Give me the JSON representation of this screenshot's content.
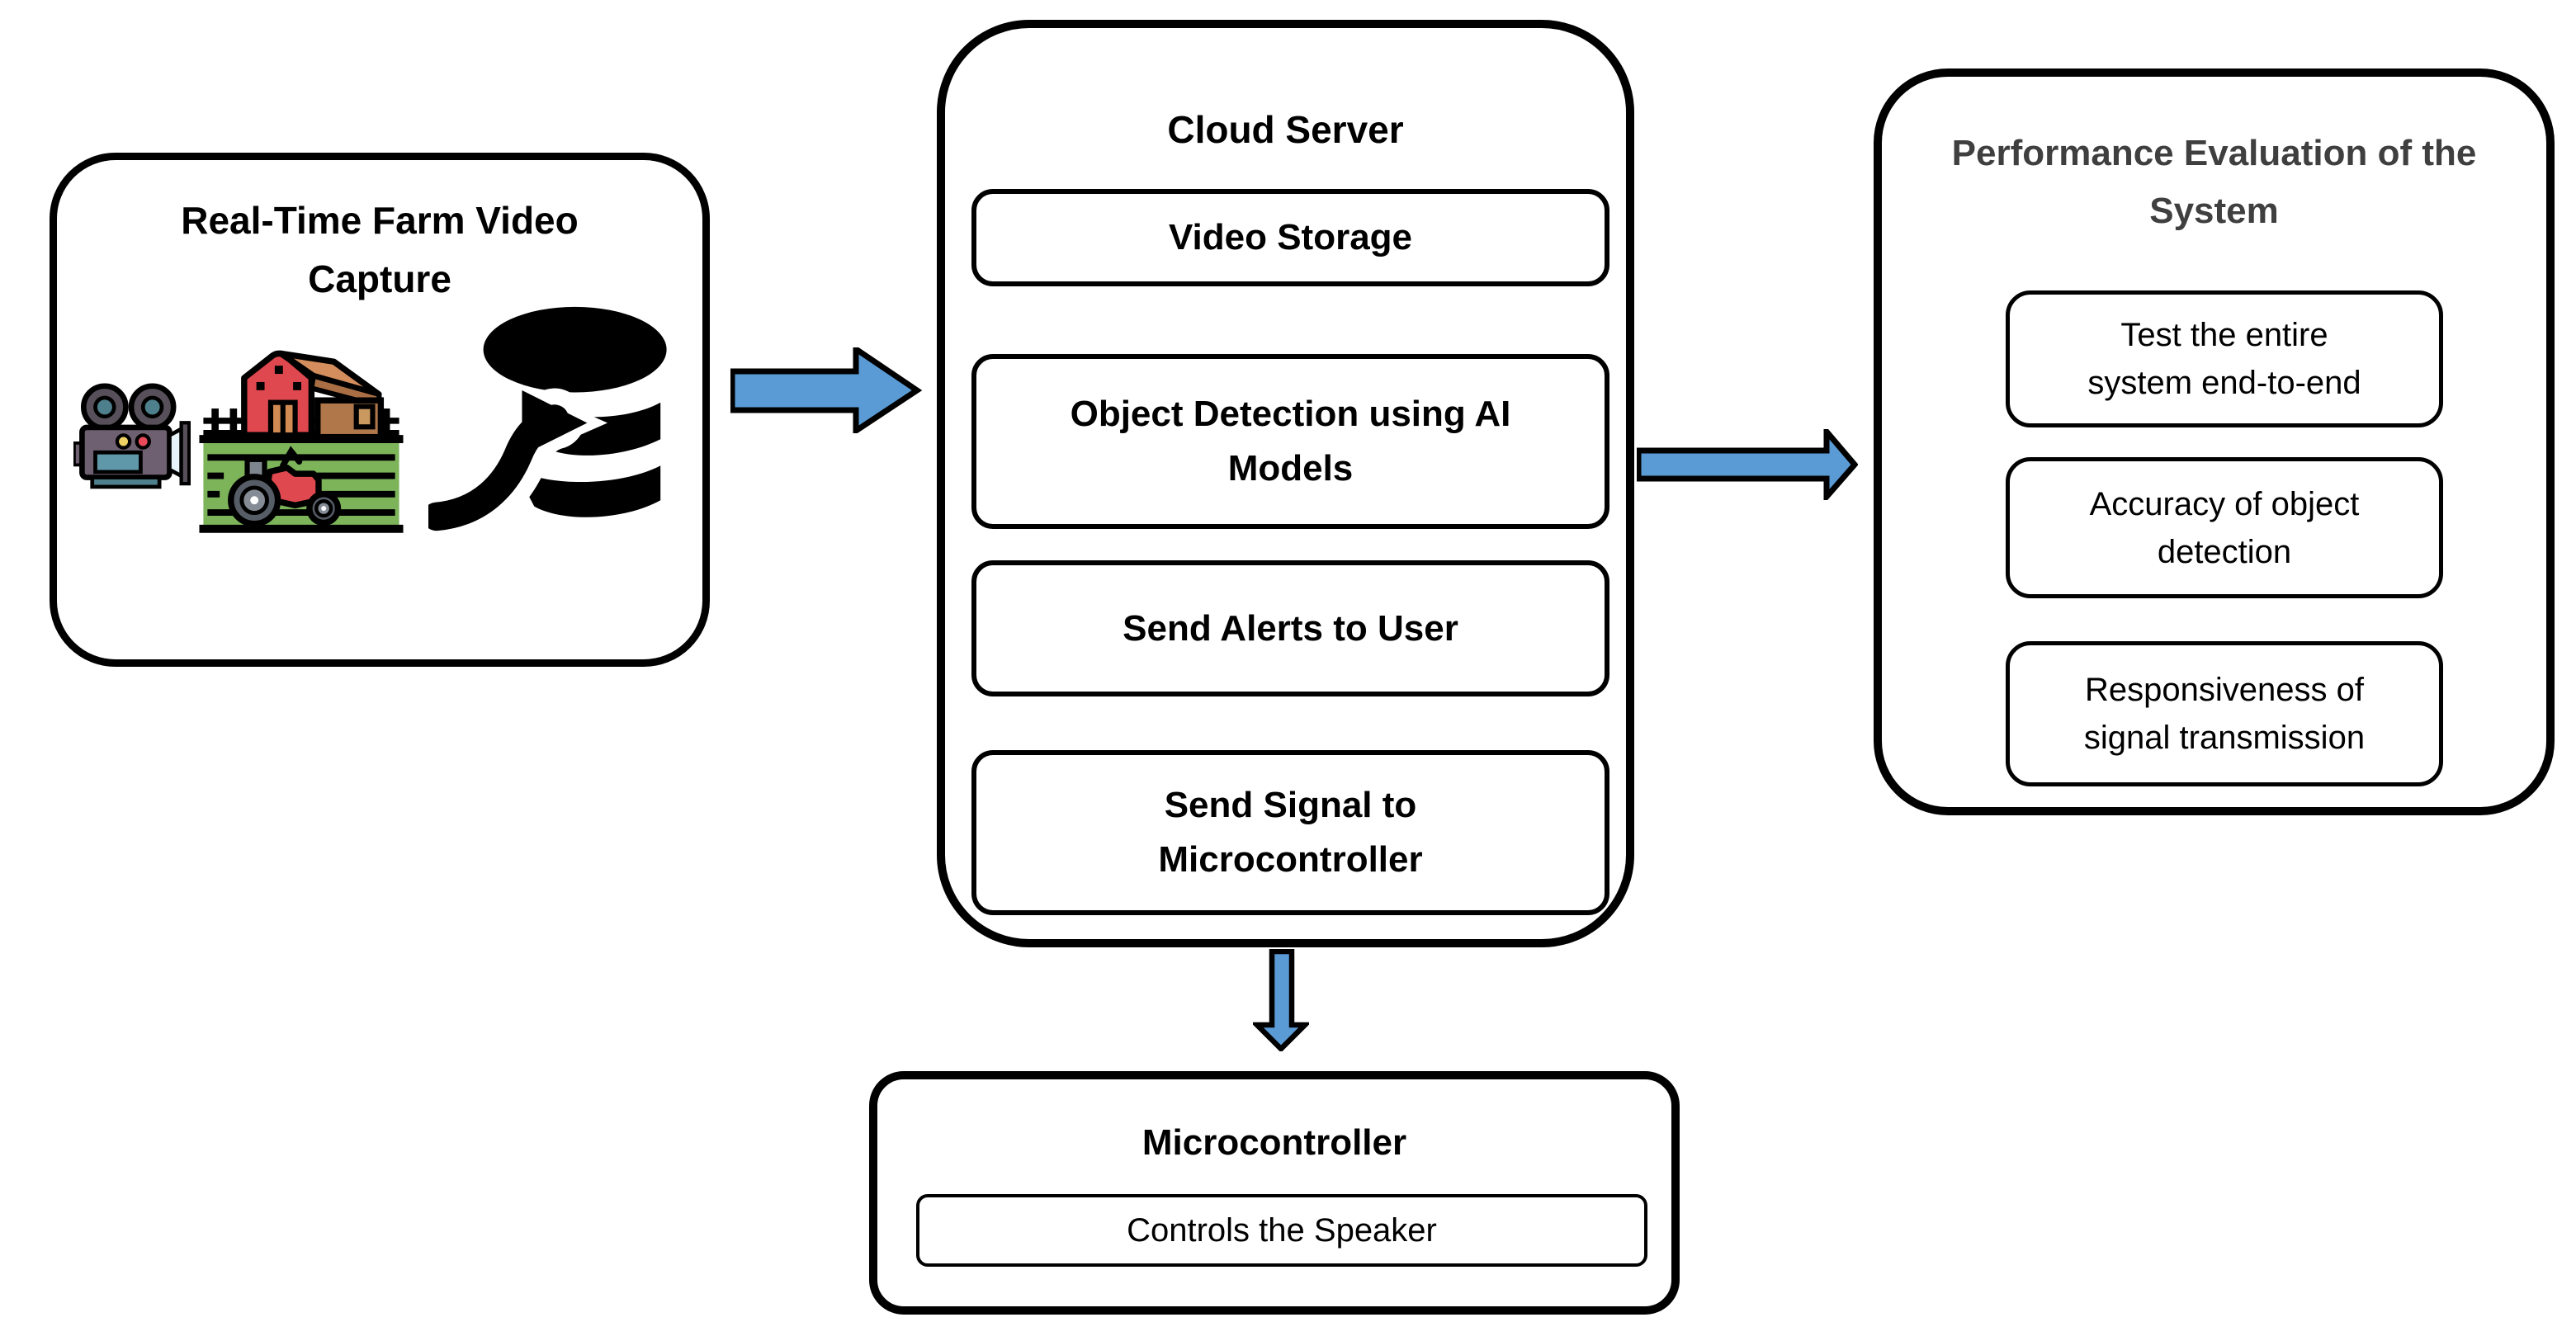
{
  "farm_capture": {
    "title": "Real-Time Farm Video Capture"
  },
  "cloud_server": {
    "title": "Cloud Server",
    "items": [
      "Video Storage",
      "Object Detection using AI Models",
      "Send Alerts to User",
      "Send Signal to Microcontroller"
    ]
  },
  "evaluation": {
    "title": "Performance Evaluation of the System",
    "items": [
      "Test the entire system end-to-end",
      "Accuracy of object detection",
      "Responsiveness of signal transmission"
    ]
  },
  "microcontroller": {
    "title": "Microcontroller",
    "items": [
      "Controls the Speaker"
    ]
  },
  "icons": {
    "camera": "video-camera-icon",
    "farm": "farm-field-icon",
    "database": "database-import-icon"
  },
  "colors": {
    "arrow_fill": "#5B9BD5",
    "outline": "#000000",
    "evaluation_title": "#3F3F3F",
    "field_green": "#7DB45A",
    "barn_red": "#E0484F",
    "roof_brown": "#C1814F",
    "camera_body": "#6E6070",
    "camera_teal": "#4E7F8C"
  }
}
